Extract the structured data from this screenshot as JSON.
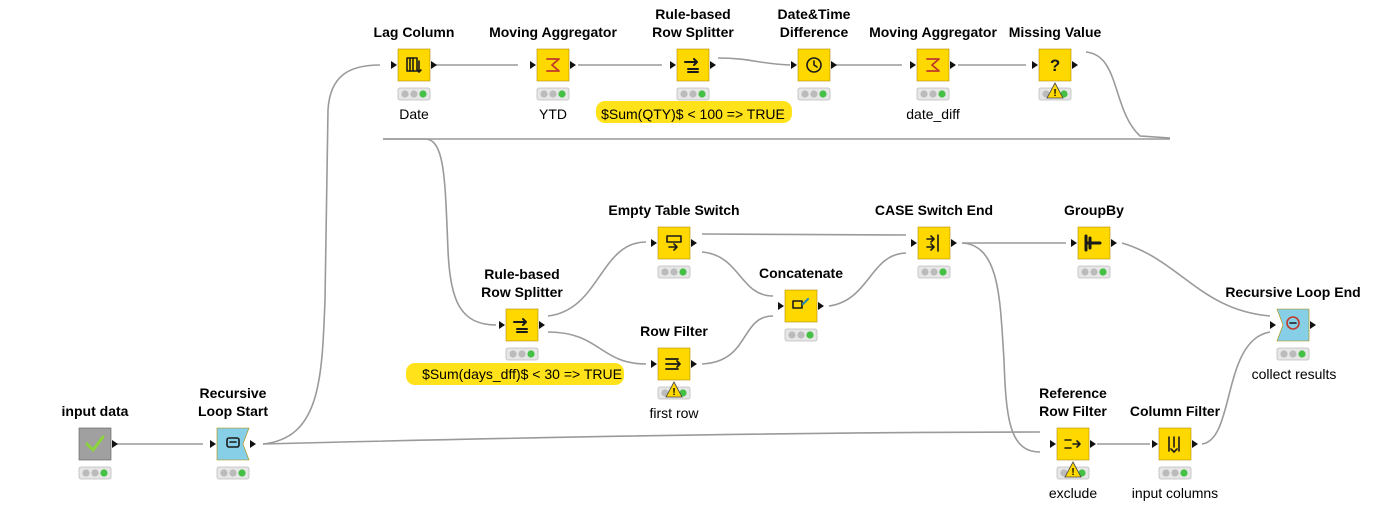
{
  "colors": {
    "node": "#ffd800",
    "loop_node": "#87cfe6",
    "source_node": "#a0a0a0",
    "highlight": "#ffe21a",
    "connection": "#9a9a9a",
    "status_green": "#4ec34e",
    "warning": "#ffd800"
  },
  "nodes": [
    {
      "id": "input-data",
      "title": [
        "input data"
      ],
      "note": "",
      "kind": "source",
      "icon": "check-icon",
      "warning": false
    },
    {
      "id": "rec-loop-start",
      "title": [
        "Recursive",
        "Loop Start"
      ],
      "note": "",
      "kind": "loop-start",
      "icon": "loop-start-icon",
      "warning": false
    },
    {
      "id": "lag-column",
      "title": [
        "Lag Column"
      ],
      "note": "Date",
      "kind": "manipulator",
      "icon": "lag-column-icon",
      "warning": false
    },
    {
      "id": "moving-agg-1",
      "title": [
        "Moving Aggregator"
      ],
      "note": "YTD",
      "kind": "manipulator",
      "icon": "moving-aggregator-icon",
      "warning": false
    },
    {
      "id": "rule-splitter-1",
      "title": [
        "Rule-based",
        "Row Splitter"
      ],
      "note": "$Sum(QTY)$ < 100 => TRUE",
      "note_highlight": true,
      "kind": "manipulator",
      "icon": "row-splitter-icon",
      "warning": false
    },
    {
      "id": "date-diff",
      "title": [
        "Date&Time",
        "Difference"
      ],
      "note": "",
      "kind": "manipulator",
      "icon": "clock-icon",
      "warning": false
    },
    {
      "id": "moving-agg-2",
      "title": [
        "Moving Aggregator"
      ],
      "note": "date_diff",
      "kind": "manipulator",
      "icon": "moving-aggregator-icon",
      "warning": false
    },
    {
      "id": "missing-value",
      "title": [
        "Missing Value"
      ],
      "note": "",
      "kind": "manipulator",
      "icon": "question-icon",
      "warning": true
    },
    {
      "id": "rule-splitter-2",
      "title": [
        "Rule-based",
        "Row Splitter"
      ],
      "note": "$Sum(days_dff)$ < 30 => TRUE",
      "note_highlight": true,
      "kind": "manipulator",
      "icon": "row-splitter-icon",
      "warning": false
    },
    {
      "id": "empty-switch",
      "title": [
        "Empty Table Switch"
      ],
      "note": "",
      "kind": "manipulator",
      "icon": "empty-table-switch-icon",
      "warning": false
    },
    {
      "id": "row-filter",
      "title": [
        "Row Filter"
      ],
      "note": "first row",
      "kind": "manipulator",
      "icon": "row-filter-icon",
      "warning": true
    },
    {
      "id": "concatenate",
      "title": [
        "Concatenate"
      ],
      "note": "",
      "kind": "manipulator",
      "icon": "concatenate-icon",
      "warning": false
    },
    {
      "id": "case-switch-end",
      "title": [
        "CASE Switch End"
      ],
      "note": "",
      "kind": "manipulator",
      "icon": "case-switch-end-icon",
      "warning": false
    },
    {
      "id": "groupby",
      "title": [
        "GroupBy"
      ],
      "note": "",
      "kind": "manipulator",
      "icon": "groupby-icon",
      "warning": false
    },
    {
      "id": "rec-loop-end",
      "title": [
        "Recursive Loop End"
      ],
      "note": "collect results",
      "kind": "loop-end",
      "icon": "loop-end-icon",
      "warning": false
    },
    {
      "id": "ref-row-filter",
      "title": [
        "Reference",
        "Row Filter"
      ],
      "note": "exclude",
      "kind": "manipulator",
      "icon": "reference-row-filter-icon",
      "warning": true
    },
    {
      "id": "column-filter",
      "title": [
        "Column Filter"
      ],
      "note": "input columns",
      "kind": "manipulator",
      "icon": "column-filter-icon",
      "warning": false
    }
  ]
}
